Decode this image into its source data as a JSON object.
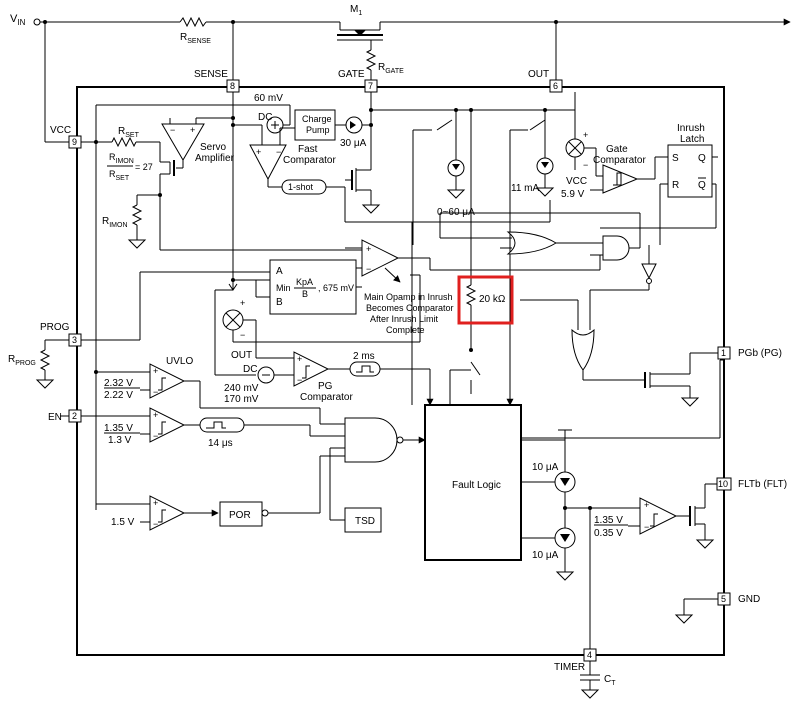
{
  "pins": {
    "vin": "V",
    "vin_sub": "IN",
    "sense": "SENSE",
    "gate": "GATE",
    "out": "OUT",
    "vcc": "VCC",
    "prog": "PROG",
    "en": "EN",
    "pgb": "PGb (PG)",
    "fltb": "FLTb (FLT)",
    "gnd": "GND",
    "timer": "TIMER",
    "num_vcc": "9",
    "num_sense": "8",
    "num_gate": "7",
    "num_out": "6",
    "num_prog": "3",
    "num_en": "2",
    "num_pgb": "1",
    "num_flt": "10",
    "num_gnd": "5",
    "num_timer": "4"
  },
  "components": {
    "rsense": "R",
    "rsense_sub": "SENSE",
    "m1": "M",
    "m1_sub": "1",
    "rgate": "R",
    "rgate_sub": "GATE",
    "rset": "R",
    "rset_sub": "SET",
    "rimon_ratio_top": "R",
    "rimon_ratio_top_sub": "IMON",
    "rimon_ratio_bot": "R",
    "rimon_ratio_bot_sub": "SET",
    "rimon_ratio_value": "= 27",
    "rimon": "R",
    "rimon_sub": "IMON",
    "rprog": "R",
    "rprog_sub": "PROG",
    "ct": "C",
    "ct_sub": "T",
    "r20k": "20 kΩ"
  },
  "labels": {
    "servo_amp_1": "Servo",
    "servo_amp_2": "Amplifier",
    "mv60": "60 mV",
    "dc": "DC",
    "charge_pump_1": "Charge",
    "charge_pump_2": "Pump",
    "ua30": "30 μA",
    "fast_comp_1": "Fast",
    "fast_comp_2": "Comparator",
    "one_shot": "1-shot",
    "ua0_60": "0~60 μA",
    "ma11": "11 mA",
    "gate_comp_1": "Gate",
    "gate_comp_2": "Comparator",
    "vcc_ref": "VCC",
    "v59": "5.9 V",
    "inrush_latch_1": "Inrush",
    "inrush_latch_2": "Latch",
    "latch_s": "S",
    "latch_q": "Q",
    "latch_r": "R",
    "latch_qbar": "Q",
    "min_a": "A",
    "min_b": "B",
    "min_text": "Min",
    "min_frac_top": "KpA",
    "min_frac_bot": "B",
    "min_tail": ", 675 mV",
    "main_opamp_1": "Main Opamp in Inrush",
    "main_opamp_2": "Becomes Comparator",
    "main_opamp_3": "After Inrush Limit",
    "main_opamp_4": "Complete",
    "out_node": "OUT",
    "dc2": "DC",
    "mv240": "240 mV",
    "mv170": "170 mV",
    "pg_comp_1": "PG",
    "pg_comp_2": "Comparator",
    "ms2": "2 ms",
    "uvlo": "UVLO",
    "v232": "2.32 V",
    "v222": "2.22 V",
    "v135a": "1.35 V",
    "v13": "1.3 V",
    "us14": "14 μs",
    "v15": "1.5 V",
    "por": "POR",
    "tsd": "TSD",
    "fault_logic": "Fault Logic",
    "ua10a": "10 μA",
    "ua10b": "10 μA",
    "v135b": "1.35 V",
    "v035": "0.35 V"
  },
  "highlight_color": "#e0201f"
}
